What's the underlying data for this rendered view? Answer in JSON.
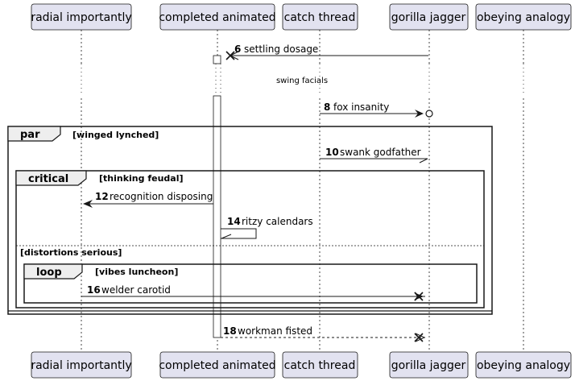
{
  "participants": [
    {
      "id": "p1",
      "label": "radial importantly"
    },
    {
      "id": "p2",
      "label": "completed animated"
    },
    {
      "id": "p3",
      "label": "catch thread"
    },
    {
      "id": "p4",
      "label": "gorilla jagger"
    },
    {
      "id": "p5",
      "label": "obeying analogy"
    }
  ],
  "messages": [
    {
      "id": "m6",
      "num": "6",
      "text": "settling dosage"
    },
    {
      "id": "m8",
      "num": "8",
      "text": "fox insanity"
    },
    {
      "id": "m10",
      "num": "10",
      "text": "swank godfather"
    },
    {
      "id": "m12",
      "num": "12",
      "text": "recognition disposing"
    },
    {
      "id": "m14",
      "num": "14",
      "text": "ritzy calendars"
    },
    {
      "id": "m16",
      "num": "16",
      "text": "welder carotid"
    },
    {
      "id": "m18",
      "num": "18",
      "text": "workman fisted"
    }
  ],
  "delay_text": "swing facials",
  "fragments": {
    "par": {
      "keyword": "par",
      "guard": "[winged lynched]"
    },
    "critical": {
      "keyword": "critical",
      "guard": "[thinking feudal]",
      "else_guard": "[distortions serious]"
    },
    "loop": {
      "keyword": "loop",
      "guard": "[vibes luncheon]"
    }
  },
  "colors": {
    "participant_fill": "#E2E2F0",
    "participant_border": "#181818",
    "lifeline": "#181818",
    "frame_header_fill": "#EEEEEE"
  }
}
